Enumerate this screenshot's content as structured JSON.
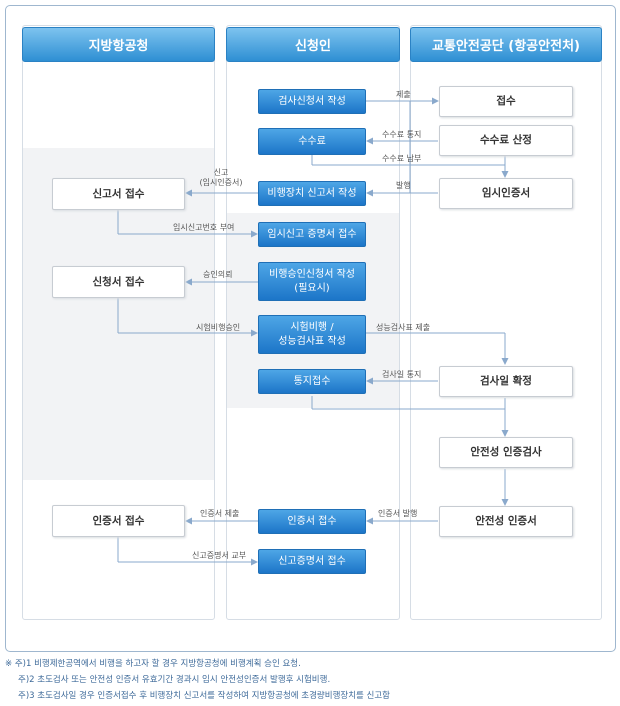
{
  "columns": {
    "left": "지방항공청",
    "middle": "신청인",
    "right": "교통안전공단 (항공안전처)"
  },
  "boxes": {
    "b1": "검사신청서 작성",
    "b2": "접수",
    "b3": "수수료",
    "b4": "수수료 산정",
    "b5": "비행장치 신고서 작성",
    "b6": "임시인증서",
    "b7": "신고서 접수",
    "b8": "임시신고 증명서 접수",
    "b9a": "비행승인신청서 작성",
    "b9b": "(필요시)",
    "b10": "신청서 접수",
    "b11a": "시험비행 /",
    "b11b": "성능검사표 작성",
    "b12": "통지접수",
    "b13": "검사일 확정",
    "b14": "안전성 인증검사",
    "b15": "인증서 접수",
    "b16": "인증서 접수",
    "b17": "안전성 인증서",
    "b18": "신고증명서 접수"
  },
  "labels": {
    "l1": "제출",
    "l2": "수수료 통지",
    "l3": "수수료 납부",
    "l4a": "신고",
    "l4b": "(임시인증서)",
    "l5": "발행",
    "l6": "임시신고번호 부여",
    "l7": "승인의뢰",
    "l8": "시험비행승인",
    "l9": "성능검사표 제출",
    "l10": "검사일 통지",
    "l11": "인증서 제출",
    "l12": "인증서 발행",
    "l13": "신고증명서 교부"
  },
  "notes": [
    "※ 주)1 비행제한공역에서 비행을 하고자 할 경우 지방항공청에 비행계획 승인 요청.",
    "주)2 초도검사 또는 안전성 인증서 유효기간 경과시 임시 안전성인증서 발행후 시험비행.",
    "주)3 초도검사일 경우 인증서접수 후 비행장치 신고서를 작성하여 지방항공청에 초경량비행장치를 신고함"
  ],
  "colors": {
    "header": "#2e8fd3",
    "blue_box": "#1c75c8",
    "arrow": "#8aa9cc",
    "notes": "#3f6b9a"
  }
}
